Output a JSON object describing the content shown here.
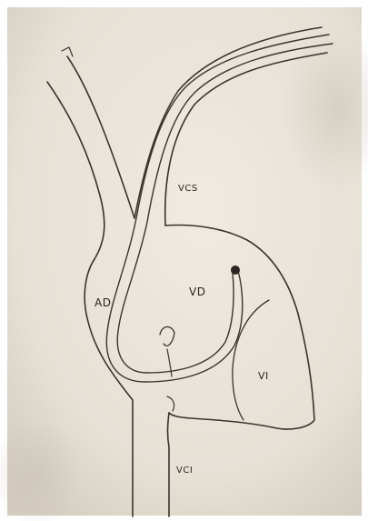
{
  "figure": {
    "labels": {
      "vcs": "VCS",
      "ad": "AD",
      "vd": "VD",
      "vi": "VI",
      "vci": "VCI"
    },
    "colors": {
      "paper": "#e9e4da",
      "paper_dark": "#cfc8bb",
      "ink": "#3a342d",
      "border": "#ffffff"
    }
  }
}
